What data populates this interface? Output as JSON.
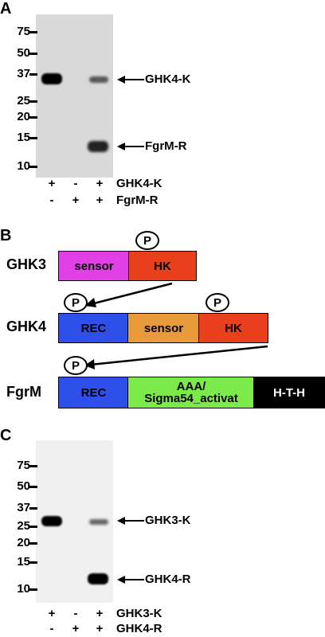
{
  "panelA": {
    "letter": "A",
    "markers": [
      "75",
      "50",
      "37",
      "25",
      "20",
      "15",
      "10"
    ],
    "bands": [
      "GHK4-K",
      "FgrM-R"
    ],
    "rows": [
      {
        "label": "GHK4-K",
        "signs": [
          "+",
          "-",
          "+"
        ]
      },
      {
        "label": "FgrM-R",
        "signs": [
          "-",
          "+",
          "+"
        ]
      }
    ]
  },
  "panelB": {
    "letter": "B",
    "phospho": "P",
    "proteins": [
      {
        "name": "GHK3",
        "domains": [
          "sensor",
          "HK"
        ]
      },
      {
        "name": "GHK4",
        "domains": [
          "REC",
          "sensor",
          "HK"
        ]
      },
      {
        "name": "FgrM",
        "domains": [
          "REC",
          "AAA/\nSigma54_activat",
          "H-T-H"
        ]
      }
    ],
    "colors": {
      "sensor3": "#e040e6",
      "hk": "#e8401c",
      "rec": "#2e4fea",
      "sensor4": "#e99a3a",
      "aaa": "#7dea4b",
      "hth": "#000000"
    }
  },
  "panelC": {
    "letter": "C",
    "markers": [
      "75",
      "50",
      "37",
      "25",
      "20",
      "15",
      "10"
    ],
    "bands": [
      "GHK3-K",
      "GHK4-R"
    ],
    "rows": [
      {
        "label": "GHK3-K",
        "signs": [
          "+",
          "-",
          "+"
        ]
      },
      {
        "label": "GHK4-R",
        "signs": [
          "-",
          "+",
          "+"
        ]
      }
    ]
  }
}
